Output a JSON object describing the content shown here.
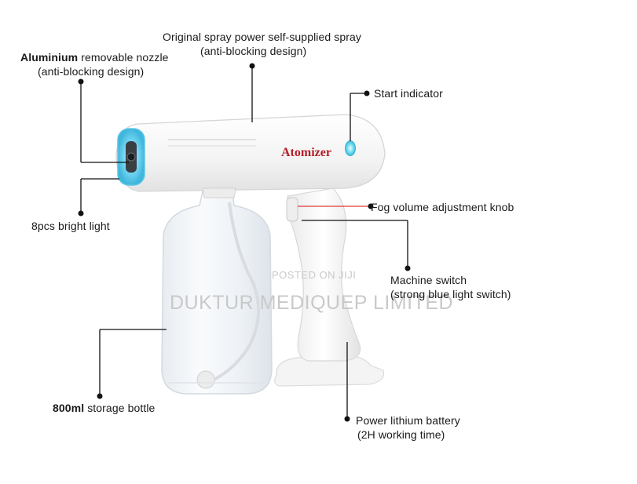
{
  "brand_text": "Atomizer",
  "labels": {
    "spray_line1": "Original spray power self-supplied spray",
    "spray_line2": "(anti-blocking design)",
    "nozzle_bold": "Aluminium",
    "nozzle_rest": " removable nozzle",
    "nozzle_line2": "(anti-blocking design)",
    "start_indicator": "Start indicator",
    "bright_light": "8pcs bright light",
    "fog_knob": "Fog volume adjustment knob",
    "machine_switch_line1": "Machine switch",
    "machine_switch_line2": "(strong blue light switch)",
    "bottle_bold": "800ml",
    "bottle_rest": " storage bottle",
    "battery_line1": "Power lithium battery",
    "battery_line2": "(2H working time)"
  },
  "watermark": {
    "posted": "POSTED ON JIJI",
    "seller": "DUKTUR MEDIQUEP LIMITED"
  },
  "colors": {
    "indicator_blue": "#49c7e3",
    "knob_line_red": "#e03a3a",
    "body_white": "#f7f7f7"
  }
}
